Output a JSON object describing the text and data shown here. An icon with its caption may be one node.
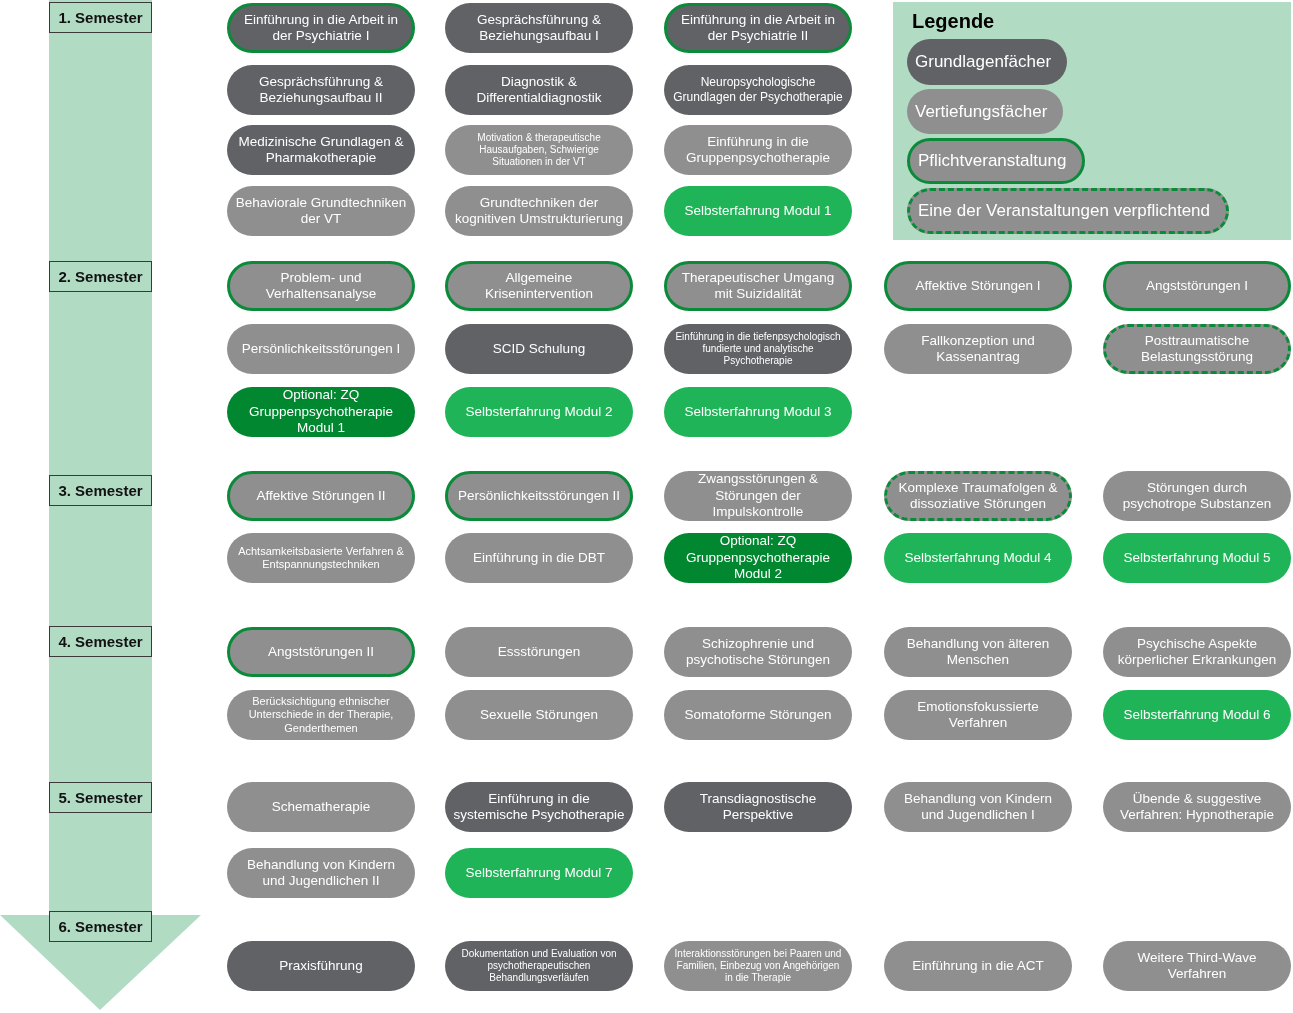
{
  "diagram": {
    "nodes": [
      {
        "text": [
          "1. Semester"
        ]
      },
      {
        "text": [
          "Einführung in die Arbeit in der Psychiatrie I"
        ]
      },
      {
        "text": [
          "Gesprächsführung & Beziehungsaufbau I"
        ]
      },
      {
        "text": [
          "Einführung in die Arbeit in der Psychiatrie II"
        ]
      },
      {
        "text": [
          "Gesprächsführung & Beziehungsaufbau II"
        ]
      },
      {
        "text": [
          "Diagnostik & Differentialdiagnostik"
        ]
      },
      {
        "text": [
          "Neuropsychologische Grundlagen der Psychotherapie"
        ]
      },
      {
        "text": [
          "Medizinische Grundlagen & Pharmakotherapie"
        ]
      },
      {
        "text": [
          "Motivation & therapeutische Hausaufgaben, Schwierige Situationen in der VT"
        ]
      },
      {
        "text": [
          "Einführung in die Gruppenpsychotherapie"
        ]
      },
      {
        "text": [
          "Behaviorale Grundtechniken der VT"
        ]
      },
      {
        "text": [
          "Grundtechniken der kognitiven Umstrukturierung"
        ]
      },
      {
        "text": [
          "Selbsterfahrung Modul 1"
        ]
      },
      {
        "text": [
          "2. Semester"
        ]
      },
      {
        "text": [
          "Problem- und Verhaltensanalyse"
        ]
      },
      {
        "text": [
          "Allgemeine Krisenintervention"
        ]
      },
      {
        "text": [
          "Therapeutischer Umgang mit Suizidalität"
        ]
      },
      {
        "text": [
          "Affektive Störungen I"
        ]
      },
      {
        "text": [
          "Angststörungen I"
        ]
      },
      {
        "text": [
          "Persönlichkeitsstörungen I"
        ]
      },
      {
        "text": [
          "SCID Schulung"
        ]
      },
      {
        "text": [
          "Einführung in die tiefenpsychologisch fundierte und analytische Psychotherapie"
        ]
      },
      {
        "text": [
          "Fallkonzeption und Kassenantrag"
        ]
      },
      {
        "text": [
          "Posttraumatische Belastungsstörung"
        ]
      },
      {
        "text": [
          "Optional: ZQ Gruppenpsychotherapie Modul 1"
        ]
      },
      {
        "text": [
          "Selbsterfahrung Modul 2"
        ]
      },
      {
        "text": [
          "Selbsterfahrung Modul 3"
        ]
      },
      {
        "text": [
          "3. Semester"
        ]
      },
      {
        "text": [
          "Affektive Störungen II"
        ]
      },
      {
        "text": [
          "Persönlichkeitsstörungen II"
        ]
      },
      {
        "text": [
          "Zwangsstörungen & Störungen der Impulskontrolle"
        ]
      },
      {
        "text": [
          "Komplexe Traumafolgen & dissoziative Störungen"
        ]
      },
      {
        "text": [
          "Störungen durch psychotrope Substanzen"
        ]
      },
      {
        "text": [
          "Achtsamkeitsbasierte Verfahren & Entspannungstechniken"
        ]
      },
      {
        "text": [
          "Einführung in die DBT"
        ]
      },
      {
        "text": [
          "Optional: ZQ Gruppenpsychotherapie Modul 2"
        ]
      },
      {
        "text": [
          "Selbsterfahrung Modul 4"
        ]
      },
      {
        "text": [
          "Selbsterfahrung Modul 5"
        ]
      },
      {
        "text": [
          "4. Semester"
        ]
      },
      {
        "text": [
          "Angststörungen II"
        ]
      },
      {
        "text": [
          "Essstörungen"
        ]
      },
      {
        "text": [
          "Schizophrenie und psychotische Störungen"
        ]
      },
      {
        "text": [
          "Behandlung von älteren Menschen"
        ]
      },
      {
        "text": [
          "Psychische Aspekte körperlicher Erkrankungen"
        ]
      },
      {
        "text": [
          "Berücksichtigung ethnischer Unterschiede in der Therapie, Genderthemen"
        ]
      },
      {
        "text": [
          "Sexuelle Störungen"
        ]
      },
      {
        "text": [
          "Somatoforme Störungen"
        ]
      },
      {
        "text": [
          "Emotionsfokussierte Verfahren"
        ]
      },
      {
        "text": [
          "Selbsterfahrung Modul 6"
        ]
      },
      {
        "text": [
          "5. Semester"
        ]
      },
      {
        "text": [
          "Schematherapie"
        ]
      },
      {
        "text": [
          "Einführung in die systemische Psychotherapie"
        ]
      },
      {
        "text": [
          "Transdiagnostische Perspektive"
        ]
      },
      {
        "text": [
          "Behandlung von Kindern und Jugendlichen I"
        ]
      },
      {
        "text": [
          "Übende & suggestive Verfahren: Hypnotherapie"
        ]
      },
      {
        "text": [
          "Behandlung von Kindern und Jugendlichen II"
        ]
      },
      {
        "text": [
          "Selbsterfahrung Modul 7"
        ]
      },
      {
        "text": [
          "6. Semester"
        ]
      },
      {
        "text": [
          "Praxisführung"
        ]
      },
      {
        "text": [
          "Dokumentation und Evaluation von psychotherapeutischen Behandlungsverläufen"
        ]
      },
      {
        "text": [
          "Interaktionsstörungen bei Paaren und Familien, Einbezug von Angehörigen in die Therapie"
        ]
      },
      {
        "text": [
          "Einführung in die ACT"
        ]
      },
      {
        "text": [
          "Weitere Third-Wave Verfahren"
        ]
      }
    ],
    "labels": [
      "Legende"
    ],
    "legend": [
      {
        "text": "Grundlagenfächer",
        "color": "#616266"
      },
      {
        "text": "Vertiefungsfächer",
        "color": "#8f8f8f"
      },
      {
        "text": "Pflichtveranstaltung"
      },
      {
        "text": "Eine der Veranstaltungen verpflichtend"
      }
    ]
  }
}
